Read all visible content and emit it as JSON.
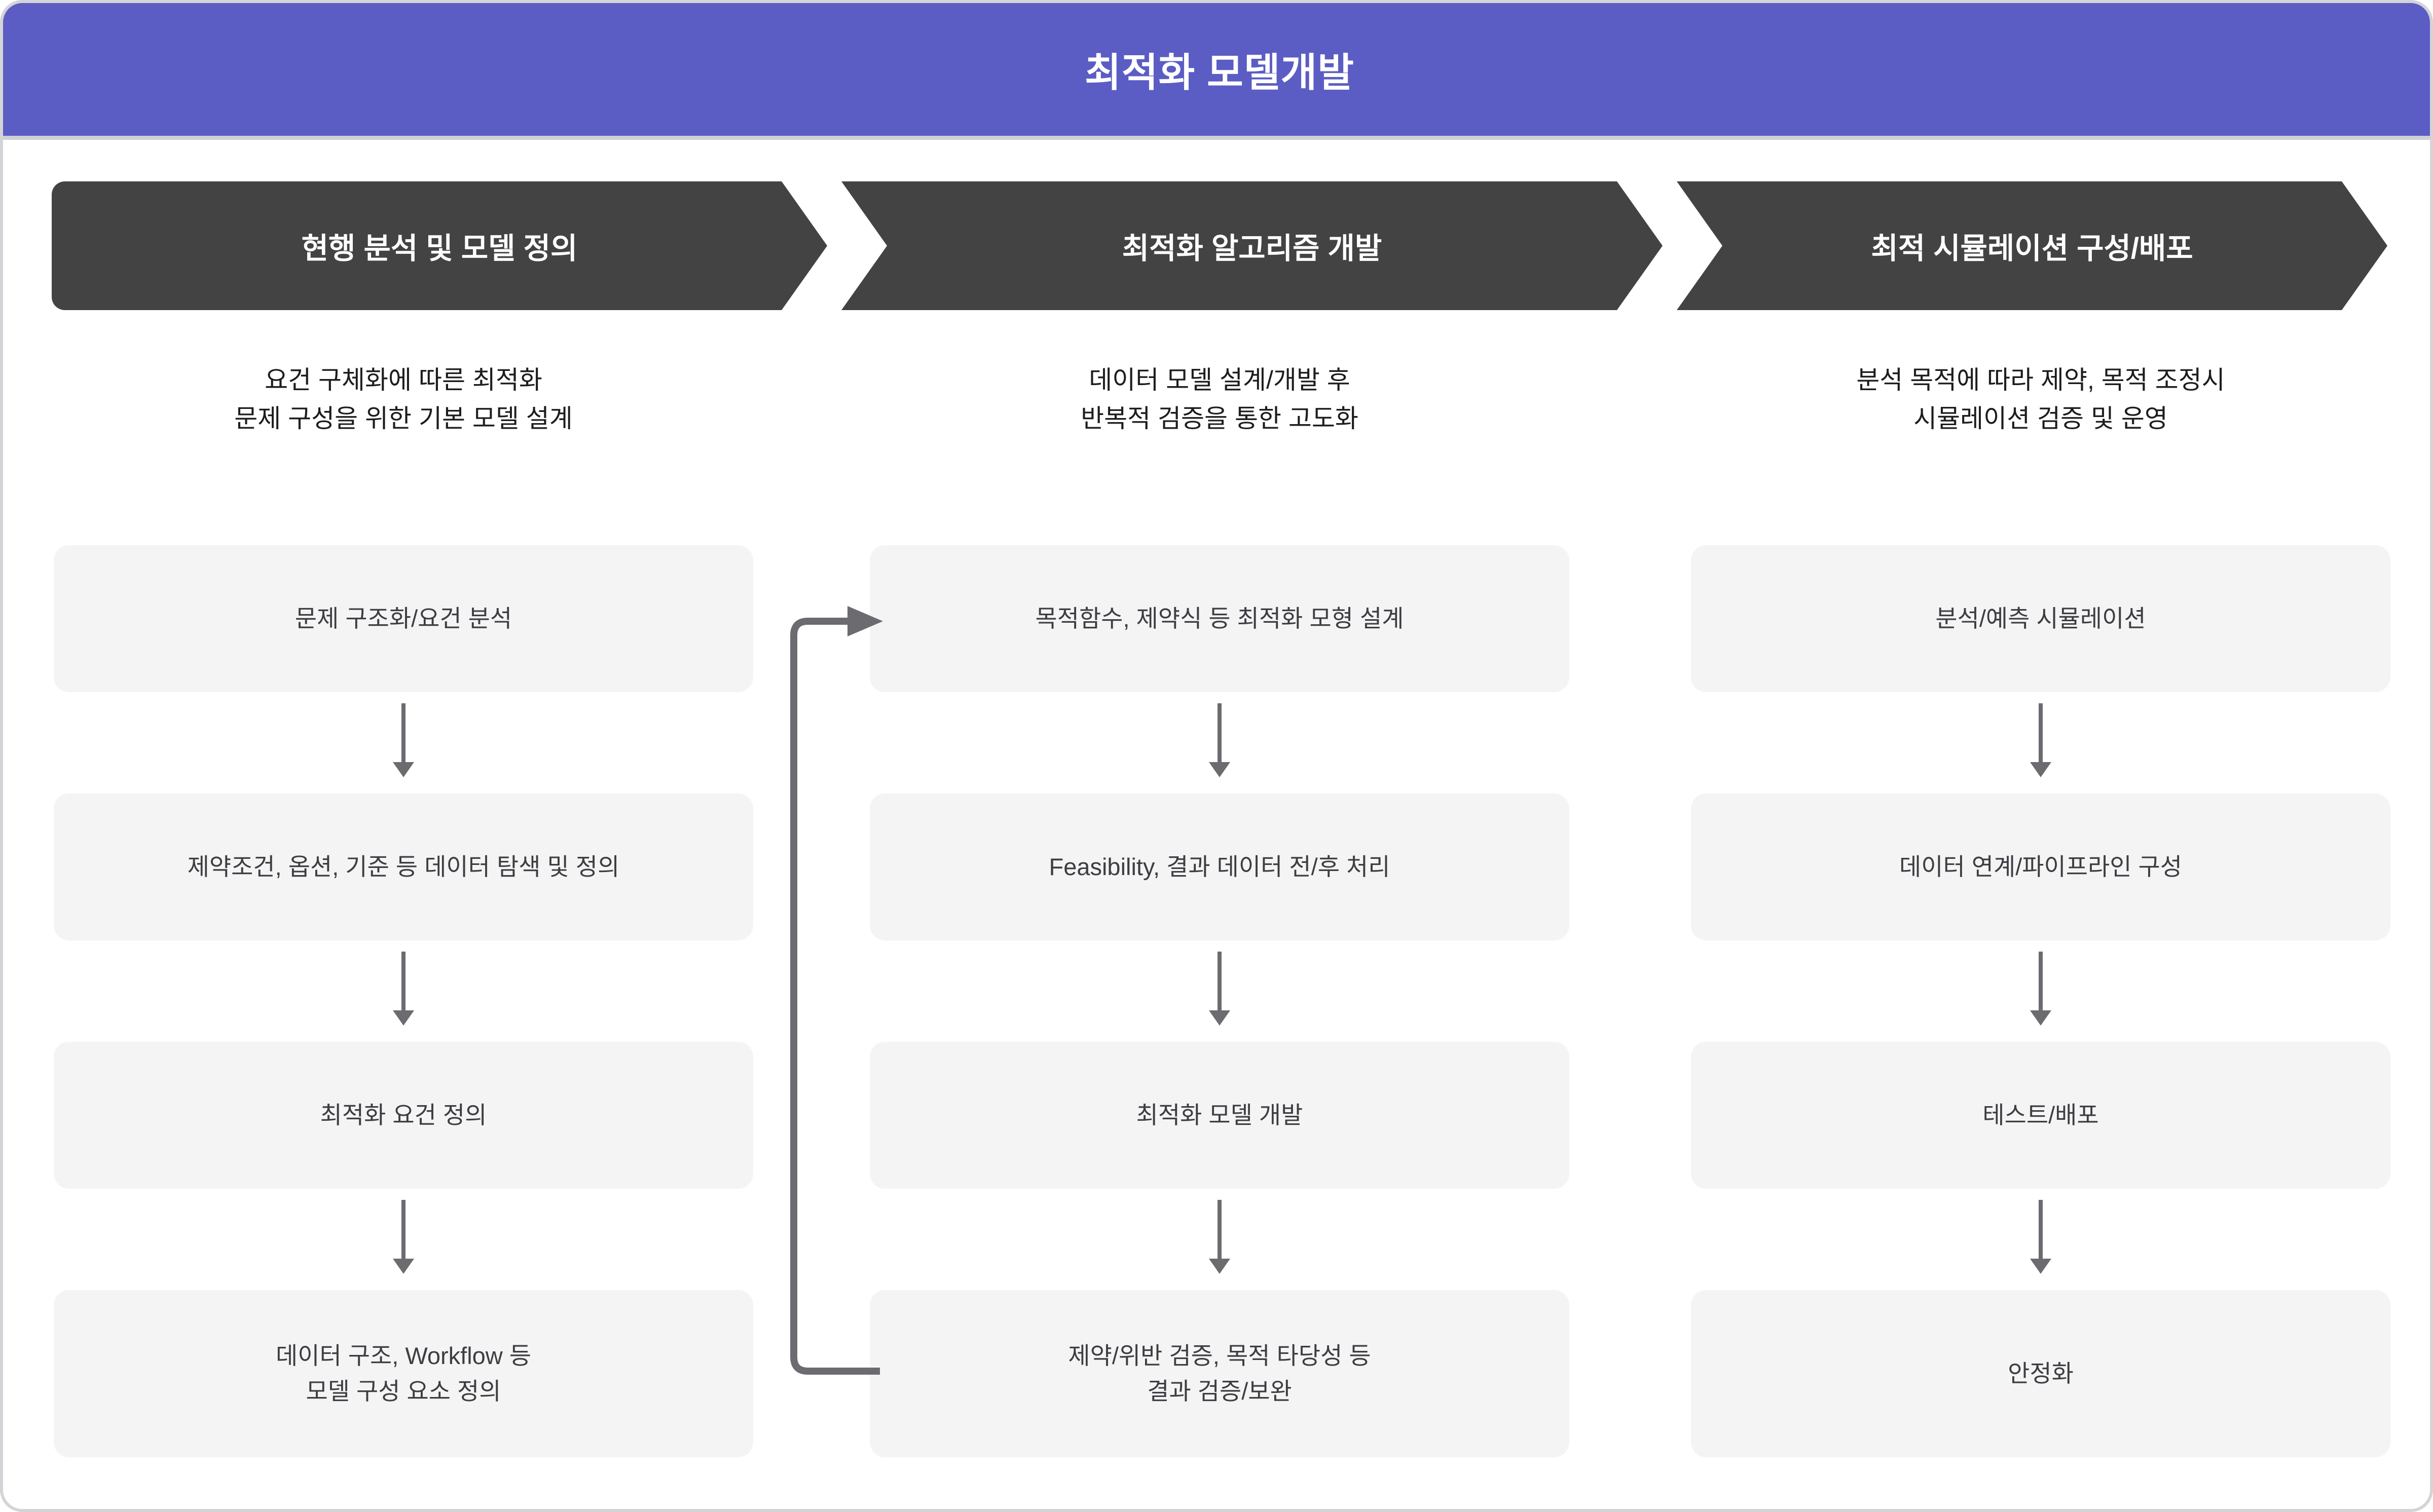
{
  "header": {
    "title": "최적화 모델개발",
    "background_color": "#5B5DC4",
    "text_color": "#FFFFFF"
  },
  "stages": [
    {
      "label": "현행 분석 및 모델 정의"
    },
    {
      "label": "최적화 알고리즘 개발"
    },
    {
      "label": "최적 시뮬레이션 구성/배포"
    }
  ],
  "stage_bar": {
    "background_color": "#434343",
    "text_color": "#FFFFFF"
  },
  "columns": [
    {
      "description": [
        "요건 구체화에 따른 최적화",
        "문제 구성을 위한 기본 모델 설계"
      ],
      "steps": [
        {
          "lines": [
            "문제 구조화/요건 분석"
          ]
        },
        {
          "lines": [
            "제약조건, 옵션, 기준 등 데이터 탐색 및 정의"
          ]
        },
        {
          "lines": [
            "최적화 요건 정의"
          ]
        },
        {
          "lines": [
            "데이터 구조, Workflow 등",
            "모델 구성 요소 정의"
          ]
        }
      ]
    },
    {
      "description": [
        "데이터 모델 설계/개발 후",
        "반복적 검증을 통한 고도화"
      ],
      "steps": [
        {
          "lines": [
            "목적함수, 제약식 등 최적화 모형 설계"
          ]
        },
        {
          "lines": [
            "Feasibility, 결과 데이터 전/후 처리"
          ]
        },
        {
          "lines": [
            "최적화 모델 개발"
          ]
        },
        {
          "lines": [
            "제약/위반 검증, 목적 타당성 등",
            "결과 검증/보완"
          ]
        }
      ]
    },
    {
      "description": [
        "분석 목적에 따라 제약, 목적 조정시",
        "시뮬레이션 검증 및 운영"
      ],
      "steps": [
        {
          "lines": [
            "분석/예측 시뮬레이션"
          ]
        },
        {
          "lines": [
            "데이터 연계/파이프라인 구성"
          ]
        },
        {
          "lines": [
            "테스트/배포"
          ]
        },
        {
          "lines": [
            "안정화"
          ]
        }
      ]
    }
  ],
  "connectors": {
    "arrow_color": "#6B6B70",
    "step_box_color": "#F4F4F5",
    "step_text_color": "#3D3D42",
    "feedback_loop_label": "iterative-feedback-loop"
  }
}
